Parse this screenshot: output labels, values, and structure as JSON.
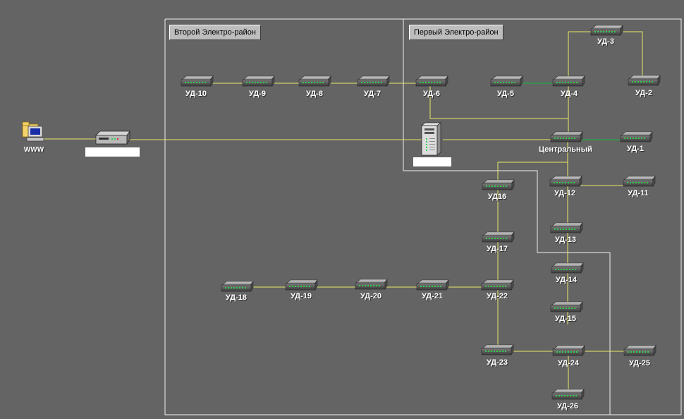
{
  "regions": {
    "second_label": "Второй Электро-район",
    "first_label": "Первый Электро-район"
  },
  "internet": {
    "label": "WWW",
    "icon": "computer-folder-icon"
  },
  "gateway": {
    "icon": "modem-icon",
    "label": ""
  },
  "server": {
    "icon": "server-tower-icon",
    "label": ""
  },
  "central": {
    "label": "Центральный"
  },
  "nodes": [
    {
      "id": "ud1",
      "label": "УД-1"
    },
    {
      "id": "ud2",
      "label": "УД-2"
    },
    {
      "id": "ud3",
      "label": "УД-3"
    },
    {
      "id": "ud4",
      "label": "УД-4"
    },
    {
      "id": "ud5",
      "label": "УД-5"
    },
    {
      "id": "ud6",
      "label": "УД-6"
    },
    {
      "id": "ud7",
      "label": "УД-7"
    },
    {
      "id": "ud8",
      "label": "УД-8"
    },
    {
      "id": "ud9",
      "label": "УД-9"
    },
    {
      "id": "ud10",
      "label": "УД-10"
    },
    {
      "id": "ud11",
      "label": "УД-11"
    },
    {
      "id": "ud12",
      "label": "УД-12"
    },
    {
      "id": "ud13",
      "label": "УД-13"
    },
    {
      "id": "ud14",
      "label": "УД-14"
    },
    {
      "id": "ud15",
      "label": "УД-15"
    },
    {
      "id": "ud16",
      "label": "УД16"
    },
    {
      "id": "ud17",
      "label": "УД-17"
    },
    {
      "id": "ud18",
      "label": "УД-18"
    },
    {
      "id": "ud19",
      "label": "УД-19"
    },
    {
      "id": "ud20",
      "label": "УД-20"
    },
    {
      "id": "ud21",
      "label": "УД-21"
    },
    {
      "id": "ud22",
      "label": "УД-22"
    },
    {
      "id": "ud23",
      "label": "УД-23"
    },
    {
      "id": "ud24",
      "label": "УД-24"
    },
    {
      "id": "ud25",
      "label": "УД-25"
    },
    {
      "id": "ud26",
      "label": "УД-26"
    }
  ],
  "colors": {
    "background": "#646464",
    "link": "#e8e86a",
    "link_green": "#22aa44",
    "region_border": "#f0f0f0"
  }
}
